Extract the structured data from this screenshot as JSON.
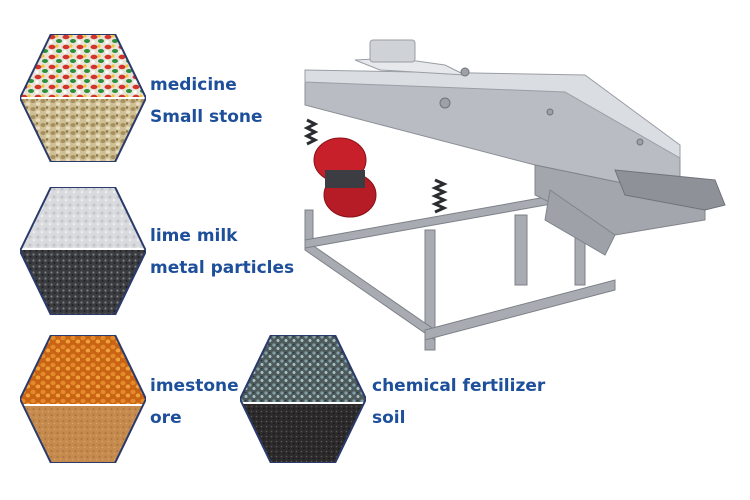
{
  "labels": {
    "medicine": "medicine",
    "small_stone": "Small stone",
    "lime_milk": "lime milk",
    "metal_particles": "metal particles",
    "limestone": "imestone",
    "ore": "ore",
    "chemical_fertilizer": "chemical fertilizer",
    "soil": "soil"
  },
  "colors": {
    "label_text": "#1d4f9a",
    "hex_border": "#2a3a6a",
    "machine_body": "#c9ccd1",
    "machine_frame": "#9ea3aa",
    "motor_red": "#c8202a"
  }
}
